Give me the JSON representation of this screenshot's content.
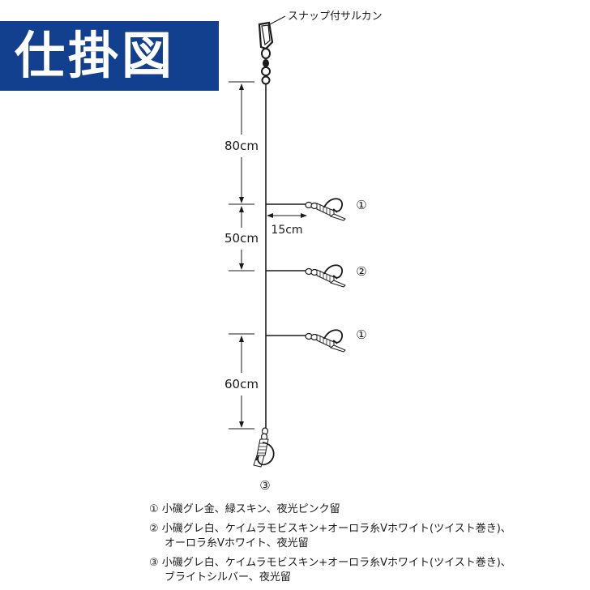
{
  "title": "仕掛図",
  "labels": {
    "snap": "スナップ付サルカン",
    "dim_top": "80cm",
    "dim_mid": "50cm",
    "dim_bottom": "60cm",
    "branch_len": "15cm"
  },
  "hook_markers": {
    "branch1": "①",
    "branch2": "②",
    "branch3": "①",
    "bottom": "③"
  },
  "legend": [
    {
      "line1": "① 小磯グレ金、緑スキン、夜光ピンク留",
      "line2": ""
    },
    {
      "line1": "② 小磯グレ白、ケイムラモビスキン+オーロラ糸Vホワイト(ツイスト巻き)、",
      "line2": "オーロラ糸Vホワイト、夜光留"
    },
    {
      "line1": "③ 小磯グレ白、ケイムラモビスキン+オーロラ糸Vホワイト(ツイスト巻き)、",
      "line2": "ブライトシルバー、夜光留"
    }
  ],
  "colors": {
    "banner": "#12408f",
    "banner_text": "#ffffff",
    "line": "#1a1a1a"
  }
}
